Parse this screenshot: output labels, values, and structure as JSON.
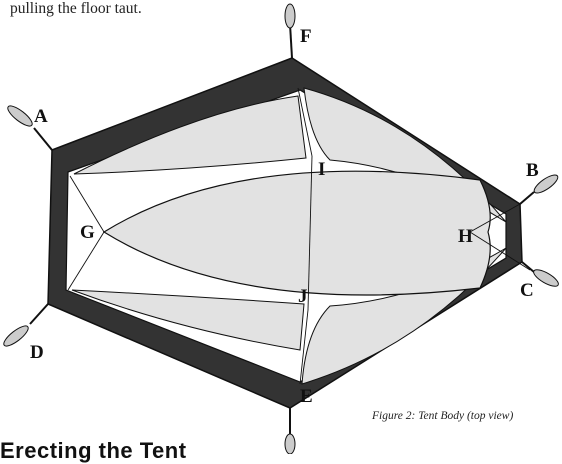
{
  "intro_text": "pulling the floor taut.",
  "caption": "Figure 2: Tent Body (top view)",
  "section_heading": "Erecting the Tent",
  "points": {
    "A": "A",
    "B": "B",
    "C": "C",
    "D": "D",
    "E": "E",
    "F": "F",
    "G": "G",
    "H": "H",
    "I": "I",
    "J": "J"
  },
  "colors": {
    "frame": "#333333",
    "panel": "#e2e2e2",
    "line": "#111111"
  }
}
